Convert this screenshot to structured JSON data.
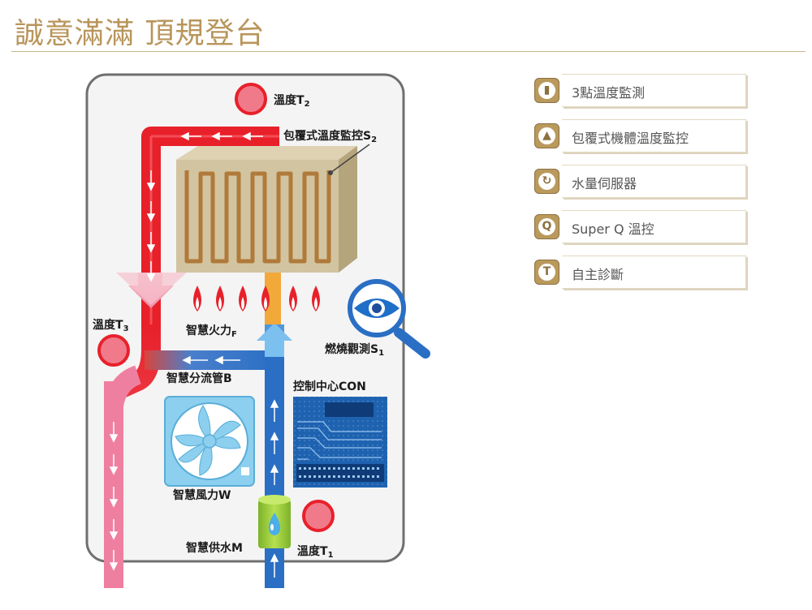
{
  "title": "誠意滿滿 頂規登台",
  "diagram": {
    "temp_t2": "溫度T",
    "temp_t2_sub": "2",
    "wrap_monitor": "包覆式溫度監控S",
    "wrap_monitor_sub": "2",
    "temp_t3": "溫度T",
    "temp_t3_sub": "3",
    "smart_fire": "智慧火力",
    "smart_fire_sub": "F",
    "combustion": "燃燒觀測S",
    "combustion_sub": "1",
    "smart_bypass": "智慧分流管B",
    "control_center": "控制中心CON",
    "smart_fan": "智慧風力W",
    "smart_water": "智慧供水M",
    "temp_t1": "溫度T",
    "temp_t1_sub": "1"
  },
  "features": [
    {
      "label": "3點溫度監測",
      "icon": "thermometer-icon"
    },
    {
      "label": "包覆式機體溫度監控",
      "icon": "flame-icon"
    },
    {
      "label": "水量伺服器",
      "icon": "rotate-arrow-icon"
    },
    {
      "label": "Super Q 溫控",
      "icon": "q-icon",
      "glyph": "Q"
    },
    {
      "label": "自主診斷",
      "icon": "hammer-icon"
    }
  ],
  "colors": {
    "accent_gold": "#b8955a",
    "hot_red": "#e8202a",
    "cold_blue": "#2a7bd0",
    "return_pink": "#ef7fa0"
  }
}
